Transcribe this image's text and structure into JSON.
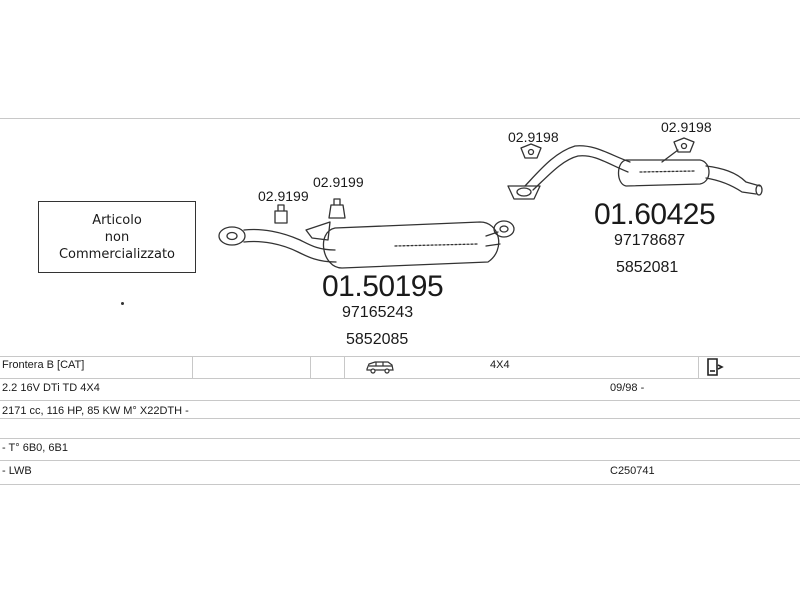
{
  "diagram": {
    "notice_box": {
      "line1": "Articolo",
      "line2": "non",
      "line3": "Commercializzato"
    },
    "parts": [
      {
        "code": "01.50195",
        "refs": [
          "97165243",
          "5852085"
        ]
      },
      {
        "code": "01.60425",
        "refs": [
          "97178687",
          "5852081"
        ]
      }
    ],
    "fittings": [
      "02.9199",
      "02.9199",
      "02.9198",
      "02.9198"
    ]
  },
  "table": {
    "row1": {
      "model": "Frontera B  [CAT]",
      "drive": "4X4",
      "body_icon": "car-icon",
      "doc_icon": "document-arrow-icon"
    },
    "row2": {
      "engine": "2.2 16V DTi TD 4X4",
      "date": "09/98 -"
    },
    "row3": {
      "specs": "2171 cc, 116 HP, 85 KW M° X22DTH -"
    },
    "row4": {
      "type": "- T° 6B0, 6B1"
    },
    "row5": {
      "variant": "- LWB",
      "ref": "C250741"
    }
  },
  "colors": {
    "line": "#333333",
    "grid": "#c8c8c8"
  }
}
